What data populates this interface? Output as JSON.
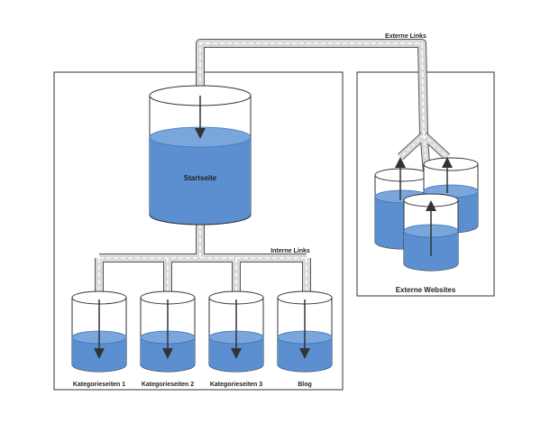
{
  "labels": {
    "external_links": "Externe Links",
    "internal_links": "Interne Links",
    "homepage": "Startseite",
    "category_1": "Kategorieseiten 1",
    "category_2": "Kategorieseiten 2",
    "category_3": "Kategorieseiten 3",
    "blog": "Blog",
    "external_websites": "Externe Websites"
  },
  "colors": {
    "water": "#5b8fd0",
    "water_top": "#7aa6dc",
    "water_dark": "#3f74bb",
    "glass": "#ffffff",
    "outline": "#333333",
    "pipe": "#d9d9d9",
    "arrow": "#333333"
  }
}
